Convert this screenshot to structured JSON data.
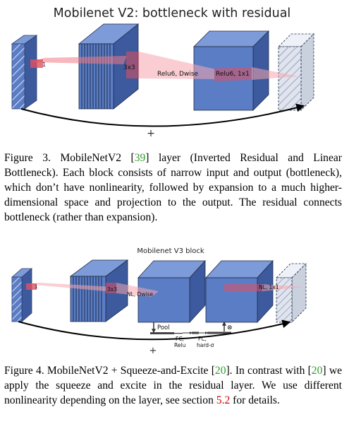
{
  "figure3": {
    "diagram_title": "Mobilenet V2: bottleneck with residual",
    "labels": {
      "input_channel": "1",
      "conv": "3x3",
      "relu_dwise": "Relu6, Dwise",
      "relu_1x1": "Relu6, 1x1",
      "residual_plus": "+"
    },
    "caption": {
      "prefix": "Figure 3. MobileNetV2 [",
      "ref": "39",
      "suffix": "] layer (Inverted Residual and Linear Bottleneck). Each block consists of narrow input and output (bottleneck), which don’t have nonlinearity, followed by expansion to a much higher-dimensional space and projection to the output. The residual connects bottleneck (rather than expansion)."
    }
  },
  "figure4": {
    "diagram_title": "Mobilenet V3 block",
    "labels": {
      "input_channel": "1",
      "conv": "3x3",
      "nl_dwise": "NL, Dwise",
      "nl_1x1": "NL, 1x1",
      "pool": "Pool",
      "fc_relu_1": "FC,",
      "fc_relu_2": "Relu",
      "fc_hard_1": "FC,",
      "fc_hard_2": "hard-σ",
      "multiply": "⊗",
      "residual_plus": "+"
    },
    "caption": {
      "part1": "Figure 4. MobileNetV2 + Squeeze-and-Excite [",
      "ref1": "20",
      "part2": "]. In contrast with [",
      "ref2": "20",
      "part3": "] we apply the squeeze and excite in the residual layer. We use different nonlinearity depending on the layer, see section ",
      "ref3": "5.2",
      "part4": " for details."
    }
  },
  "colors": {
    "block_front": "#5b7dc6",
    "block_top": "#7d9bd8",
    "block_side": "#3d5a9e",
    "hatched_fill": "#dfe4ee",
    "highlight": "#e05060",
    "green_ref": "#2ca02c",
    "red_ref": "#d00000"
  }
}
